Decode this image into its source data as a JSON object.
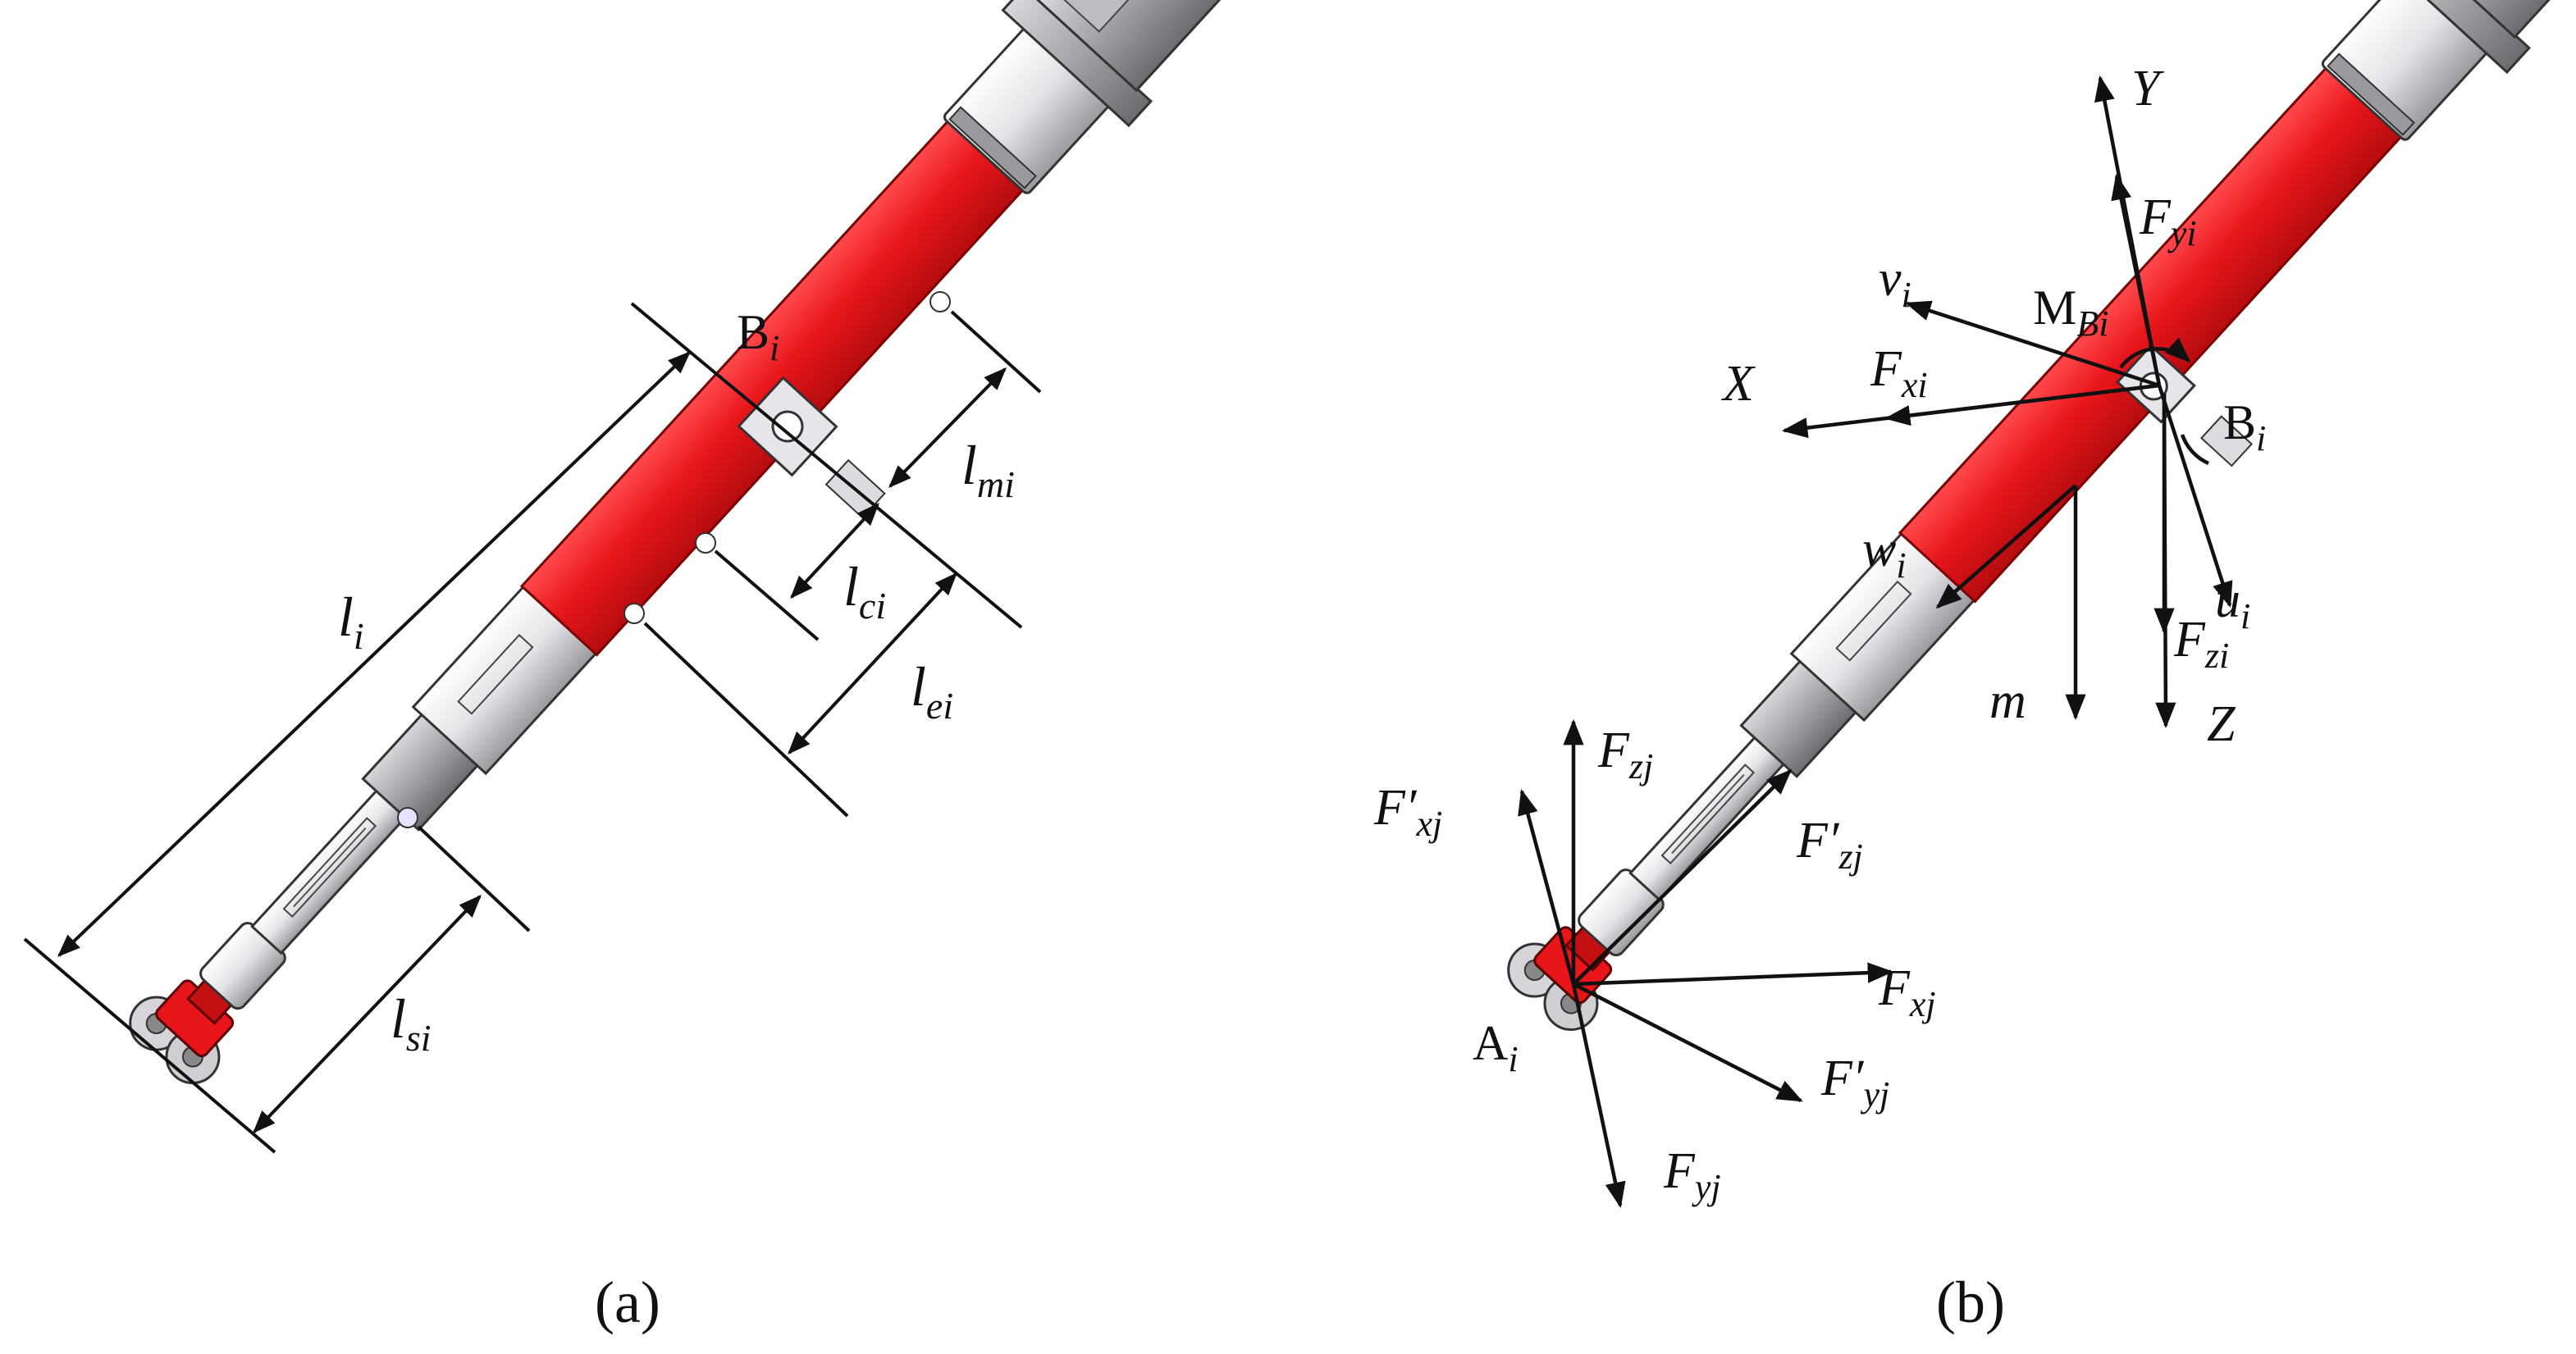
{
  "panel_a": {
    "caption": "(a)",
    "labels": {
      "Bi_main": "B",
      "Bi_sub": "i",
      "li_main": "l",
      "li_sub": "i",
      "lmi_main": "l",
      "lmi_sub": "mi",
      "lci_main": "l",
      "lci_sub": "ci",
      "lei_main": "l",
      "lei_sub": "ei",
      "lsi_main": "l",
      "lsi_sub": "si"
    }
  },
  "panel_b": {
    "caption": "(b)",
    "labels": {
      "Y": "Y",
      "X": "X",
      "Z": "Z",
      "m": "m",
      "Fyi_main": "F",
      "Fyi_sub": "yi",
      "vi_main": "v",
      "vi_sub": "i",
      "MBi_main": "M",
      "MBi_sub": "Bi",
      "Fxi_main": "F",
      "Fxi_sub": "xi",
      "Bi_main": "B",
      "Bi_sub": "i",
      "wi_main": "w",
      "wi_sub": "i",
      "ui_main": "u",
      "ui_sub": "i",
      "Fzi_main": "F",
      "Fzi_sub": "zi",
      "Fzj_main": "F",
      "Fzj_sub": "zj",
      "Fpxj_main": "F′",
      "Fpxj_sub": "xj",
      "Fpzj_main": "F′",
      "Fpzj_sub": "zj",
      "Fxj_main": "F",
      "Fxj_sub": "xj",
      "Ai_main": "A",
      "Ai_sub": "i",
      "Fpyj_main": "F′",
      "Fpyj_sub": "yj",
      "Fyj_main": "F",
      "Fyj_sub": "yj"
    }
  },
  "colors": {
    "cylinder_red": "#e8161b",
    "metal_light": "#e9e9ec",
    "metal_dark": "#8a8a8e",
    "ink": "#111111"
  }
}
